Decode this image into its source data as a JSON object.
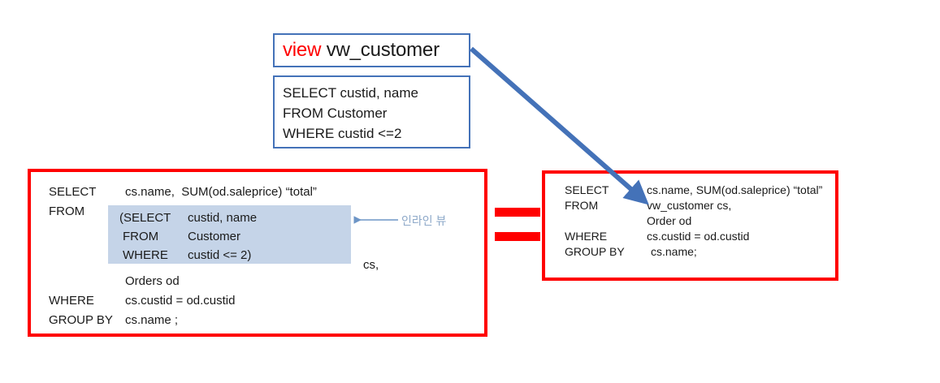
{
  "view_definition": {
    "title_keyword": "view",
    "title_name": "vw_customer",
    "sql_lines": [
      "SELECT custid, name",
      "FROM Customer",
      "WHERE custid <=2"
    ]
  },
  "left_query": {
    "select_keyword": "SELECT",
    "select_value": "cs.name,  SUM(od.saleprice) “total”",
    "from_keyword": "FROM",
    "inline_view": {
      "select_keyword": "(SELECT",
      "select_value": "custid, name",
      "from_keyword": "FROM",
      "from_value": "Customer",
      "where_keyword": "WHERE",
      "where_value": "custid <= 2)"
    },
    "alias": "cs,",
    "second_table": "Orders od",
    "where_keyword": "WHERE",
    "where_value": "cs.custid = od.custid",
    "group_keyword": "GROUP BY",
    "group_value": "cs.name ;"
  },
  "right_query": {
    "select_keyword": "SELECT",
    "select_value": "cs.name, SUM(od.saleprice) “total”",
    "from_keyword": "FROM",
    "from_value": "vw_customer cs,",
    "from_value2": "Order od",
    "where_keyword": "WHERE",
    "where_value": "cs.custid = od.custid",
    "group_keyword": "GROUP BY",
    "group_value": "cs.name;"
  },
  "annotations": {
    "inline_view_label": "인라인 뷰"
  },
  "colors": {
    "red_border": "#ff0000",
    "blue_border": "#4472b8",
    "arrow_blue": "#4472b8",
    "highlight_fill": "#c5d4e8",
    "annotation_text": "#8ea9c9",
    "keyword_red": "#ff0000"
  }
}
